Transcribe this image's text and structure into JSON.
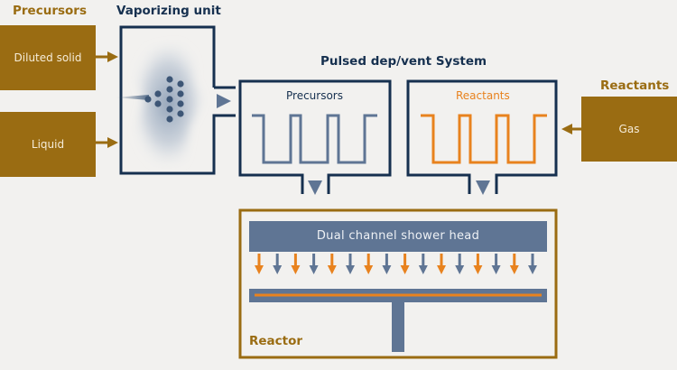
{
  "headings": {
    "precursors": "Precursors",
    "vaporizing_unit": "Vaporizing unit",
    "pulsed_system": "Pulsed dep/vent System",
    "reactants": "Reactants"
  },
  "sources": {
    "diluted_solid": "Diluted solid",
    "liquid": "Liquid",
    "gas": "Gas"
  },
  "pulse_boxes": {
    "precursors_label": "Precursors",
    "reactants_label": "Reactants"
  },
  "reactor": {
    "label": "Reactor",
    "shower_head_label": "Dual channel shower head",
    "arrow_pattern": [
      "orange",
      "blue",
      "orange",
      "blue",
      "orange",
      "blue",
      "orange",
      "blue",
      "orange",
      "blue",
      "orange",
      "blue",
      "orange",
      "blue",
      "orange",
      "blue"
    ]
  },
  "colors": {
    "brown": "#9a6c12",
    "navy": "#16304f",
    "slate": "#5f7594",
    "orange": "#e8821e",
    "background": "#f2f1ef"
  }
}
